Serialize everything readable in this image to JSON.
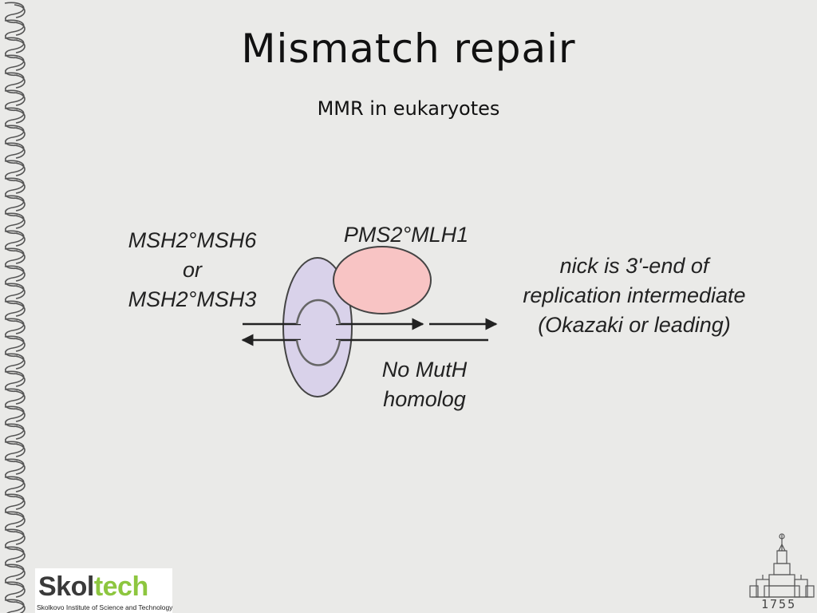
{
  "slide": {
    "title": "Mismatch repair",
    "subtitle": "MMR in eukaryotes"
  },
  "diagram": {
    "msh_label": [
      "MSH2°MSH6",
      "or",
      "MSH2°MSH3"
    ],
    "pms_label": "PMS2°MLH1",
    "nick_label": [
      "nick is 3'-end of",
      "replication intermediate",
      "(Okazaki or leading)"
    ],
    "muth_label": [
      "No MutH",
      "homolog"
    ],
    "colors": {
      "msh_fill": "#d9d2ea",
      "pms_fill": "#f8c4c4",
      "outline": "#444444"
    }
  },
  "logo": {
    "word_part1": "Skol",
    "word_part2": "tech",
    "subtitle": "Skolkovo Institute of Science and Technology",
    "color_part1": "#3a3a3a",
    "color_part2": "#8dc63f"
  },
  "badge": {
    "year": "1755"
  }
}
